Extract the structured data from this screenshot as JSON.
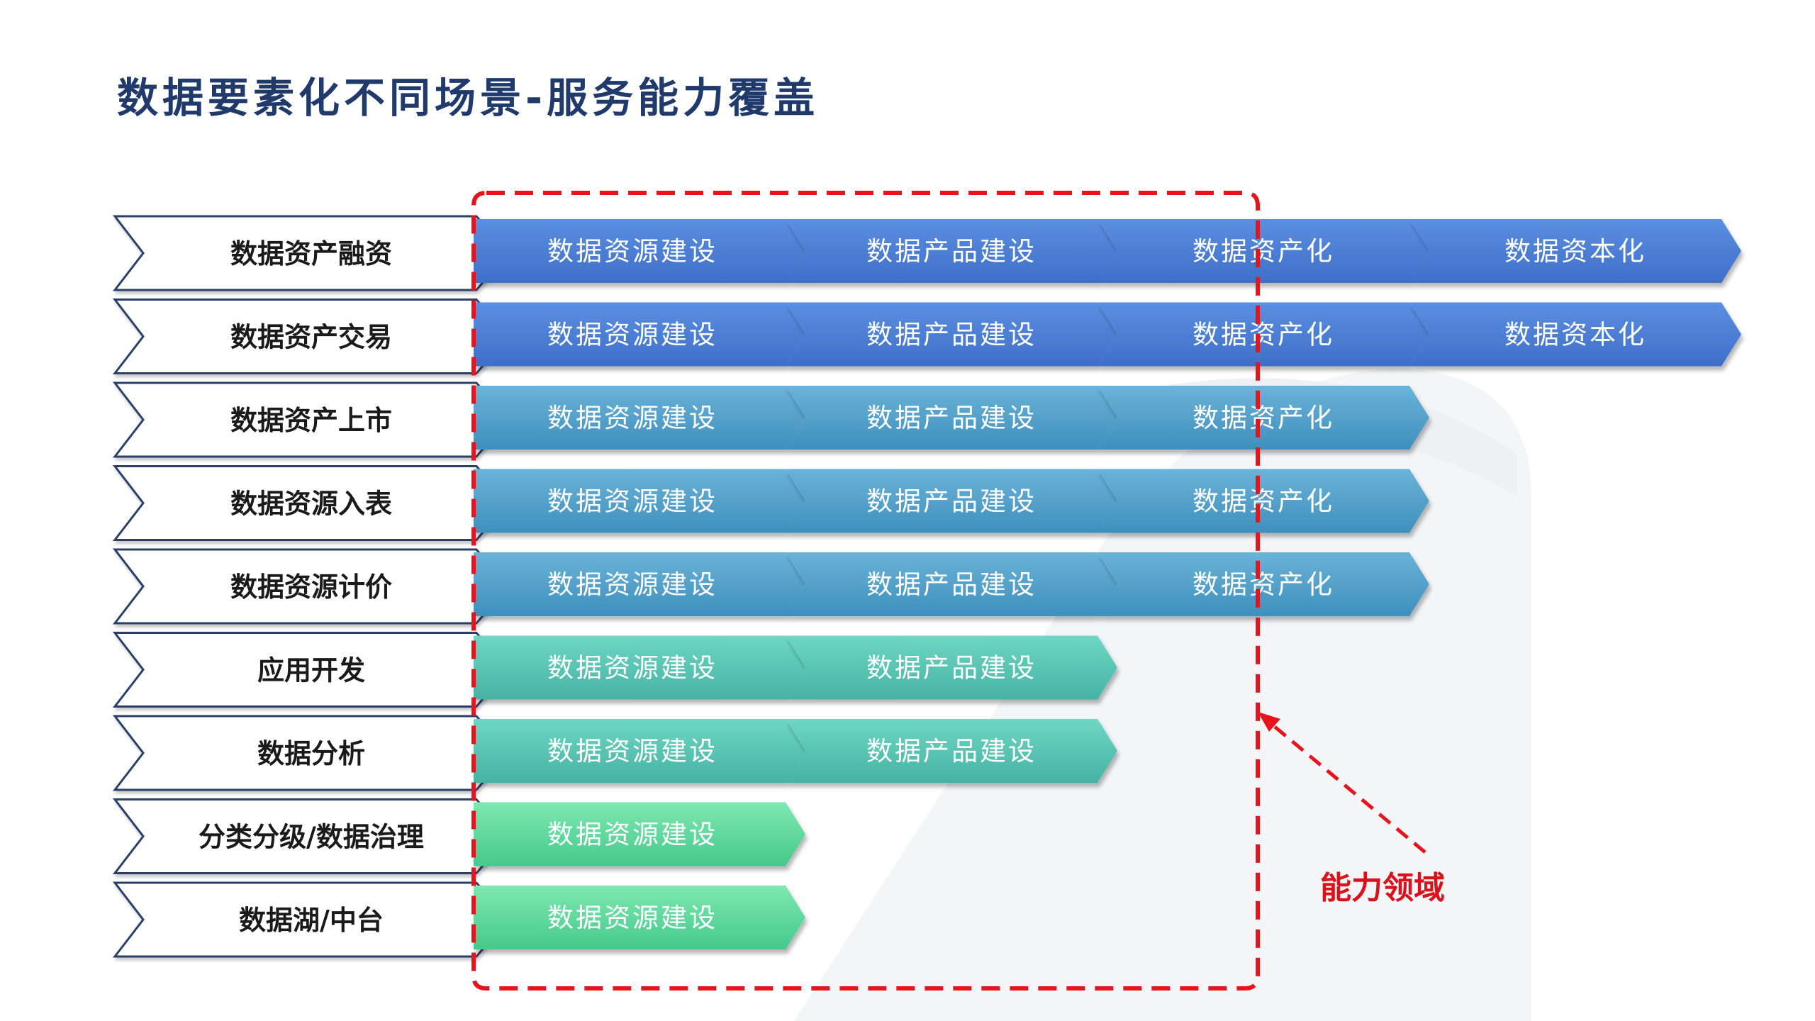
{
  "title": "数据要素化不同场景-服务能力覆盖",
  "region_label": "能力领域",
  "colors": {
    "title": "#1f3a6b",
    "region": "#e8141c",
    "scenario_border": "#2b3f6b",
    "deep_blue": [
      "#5b8fe0",
      "#3e6fc8"
    ],
    "steel_blue": [
      "#6ab3d8",
      "#3f8fbd"
    ],
    "teal": [
      "#6fd6c4",
      "#45b3a3"
    ],
    "green": [
      "#7ee8b0",
      "#45c98c"
    ]
  },
  "rows": [
    {
      "label": "数据资产融资",
      "color": "deep_blue",
      "steps": [
        "数据资源建设",
        "数据产品建设",
        "数据资产化",
        "数据资本化"
      ]
    },
    {
      "label": "数据资产交易",
      "color": "deep_blue",
      "steps": [
        "数据资源建设",
        "数据产品建设",
        "数据资产化",
        "数据资本化"
      ]
    },
    {
      "label": "数据资产上市",
      "color": "steel_blue",
      "steps": [
        "数据资源建设",
        "数据产品建设",
        "数据资产化"
      ]
    },
    {
      "label": "数据资源入表",
      "color": "steel_blue",
      "steps": [
        "数据资源建设",
        "数据产品建设",
        "数据资产化"
      ]
    },
    {
      "label": "数据资源计价",
      "color": "steel_blue",
      "steps": [
        "数据资源建设",
        "数据产品建设",
        "数据资产化"
      ]
    },
    {
      "label": "应用开发",
      "color": "teal",
      "steps": [
        "数据资源建设",
        "数据产品建设"
      ]
    },
    {
      "label": "数据分析",
      "color": "teal",
      "steps": [
        "数据资源建设",
        "数据产品建设"
      ]
    },
    {
      "label": "分类分级/数据治理",
      "color": "green",
      "steps": [
        "数据资源建设"
      ]
    },
    {
      "label": "数据湖/中台",
      "color": "green",
      "steps": [
        "数据资源建设"
      ]
    }
  ]
}
